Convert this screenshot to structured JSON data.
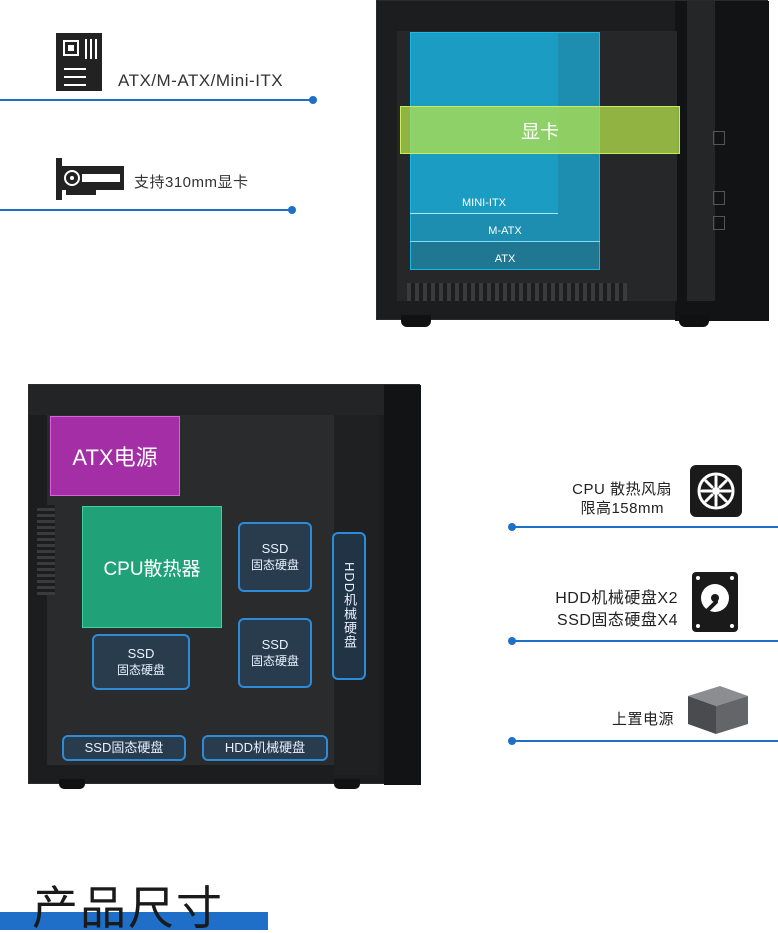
{
  "colors": {
    "accent": "#1f6fc9",
    "gpu_zone": "#19b9e8",
    "gpu_label": "#b6e34a",
    "psu_zone": "#c330c3",
    "cpu_zone": "#1fae7f",
    "ssd_outline": "#2d8bd8"
  },
  "top_features": [
    {
      "icon": "motherboard-icon",
      "label": "ATX/M-ATX/Mini-ITX"
    },
    {
      "icon": "graphics-card-icon",
      "label": "支持310mm显卡"
    }
  ],
  "gpu_diagram": {
    "gpu_label": "显卡",
    "boards": [
      "MINI-ITX",
      "M-ATX",
      "ATX"
    ]
  },
  "case_diagram": {
    "psu_label": "ATX电源",
    "cpu_label": "CPU散热器",
    "ssd_bays": [
      {
        "line1": "SSD",
        "line2": "固态硬盘"
      },
      {
        "line1": "SSD",
        "line2": "固态硬盘"
      },
      {
        "line1": "SSD",
        "line2": "固态硬盘"
      }
    ],
    "hdd_vertical": "HDD机械硬盘",
    "bottom_ssd": "SSD固态硬盘",
    "bottom_hdd": "HDD机械硬盘"
  },
  "right_features": [
    {
      "icon": "fan-icon",
      "line1": "CPU 散热风扇",
      "line2": "限高158mm"
    },
    {
      "icon": "hard-drive-icon",
      "line1": "HDD机械硬盘X2",
      "line2": "SSD固态硬盘X4"
    },
    {
      "icon": "power-supply-icon",
      "line1": "上置电源",
      "line2": ""
    }
  ],
  "section_title": "产品尺寸"
}
